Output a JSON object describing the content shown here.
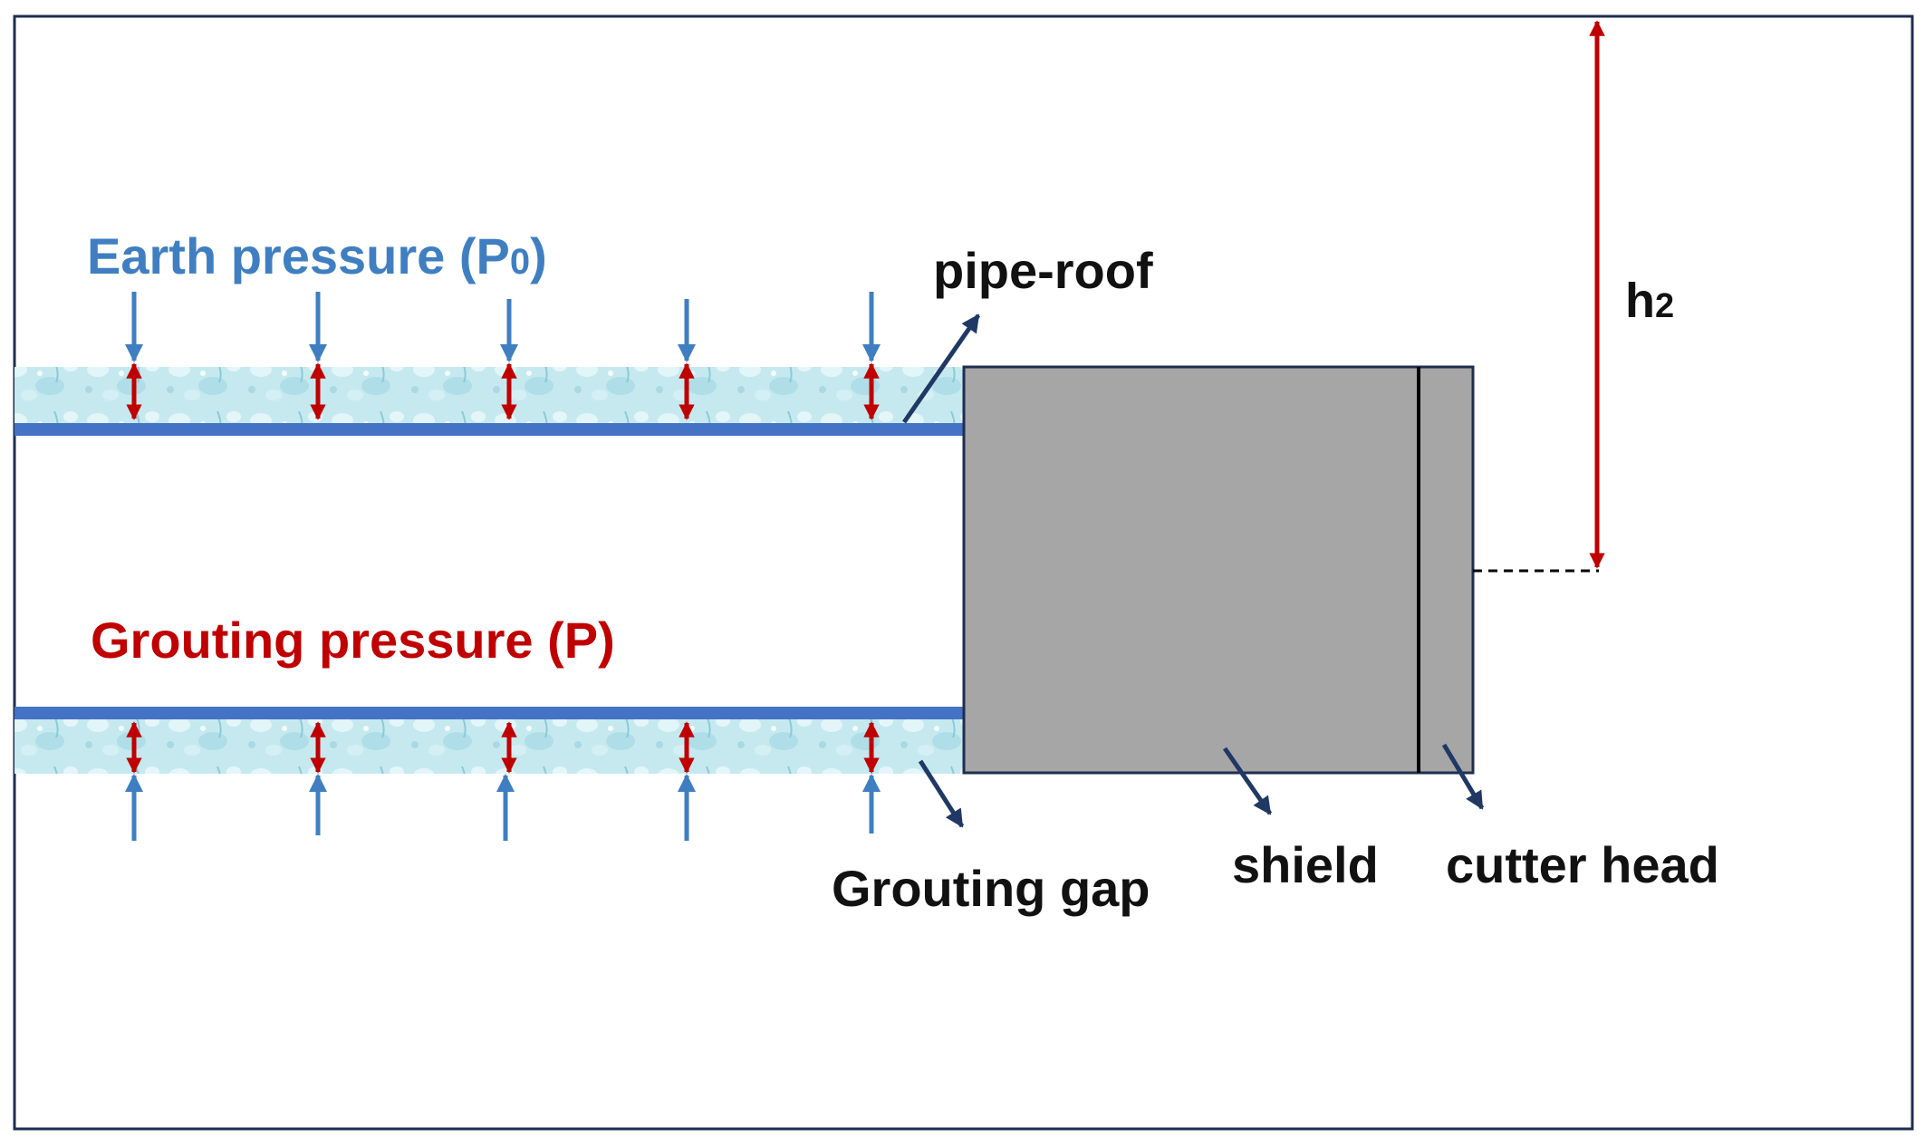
{
  "labels": {
    "earth_pressure": {
      "main": "Earth pressure (P",
      "sub": "0",
      "close": ")"
    },
    "grouting_pressure": "Grouting pressure (P)",
    "pipe_roof": "pipe-roof",
    "grouting_gap": "Grouting gap",
    "shield": "shield",
    "cutter_head": "cutter head",
    "h2": {
      "main": "h",
      "sub": "2"
    }
  },
  "colors": {
    "frame": "#1f2d4f",
    "earth_pressure": "#3f7fc1",
    "grouting_pressure": "#c00000",
    "pipe": "#4472c4",
    "grout_fill": "#bfe6ee",
    "grout_fill_dark": "#9fd3df",
    "shield_fill": "#a6a6a6",
    "shield_stroke": "#1f2d4f",
    "label_dark": "#111111",
    "leader": "#1f3864"
  }
}
